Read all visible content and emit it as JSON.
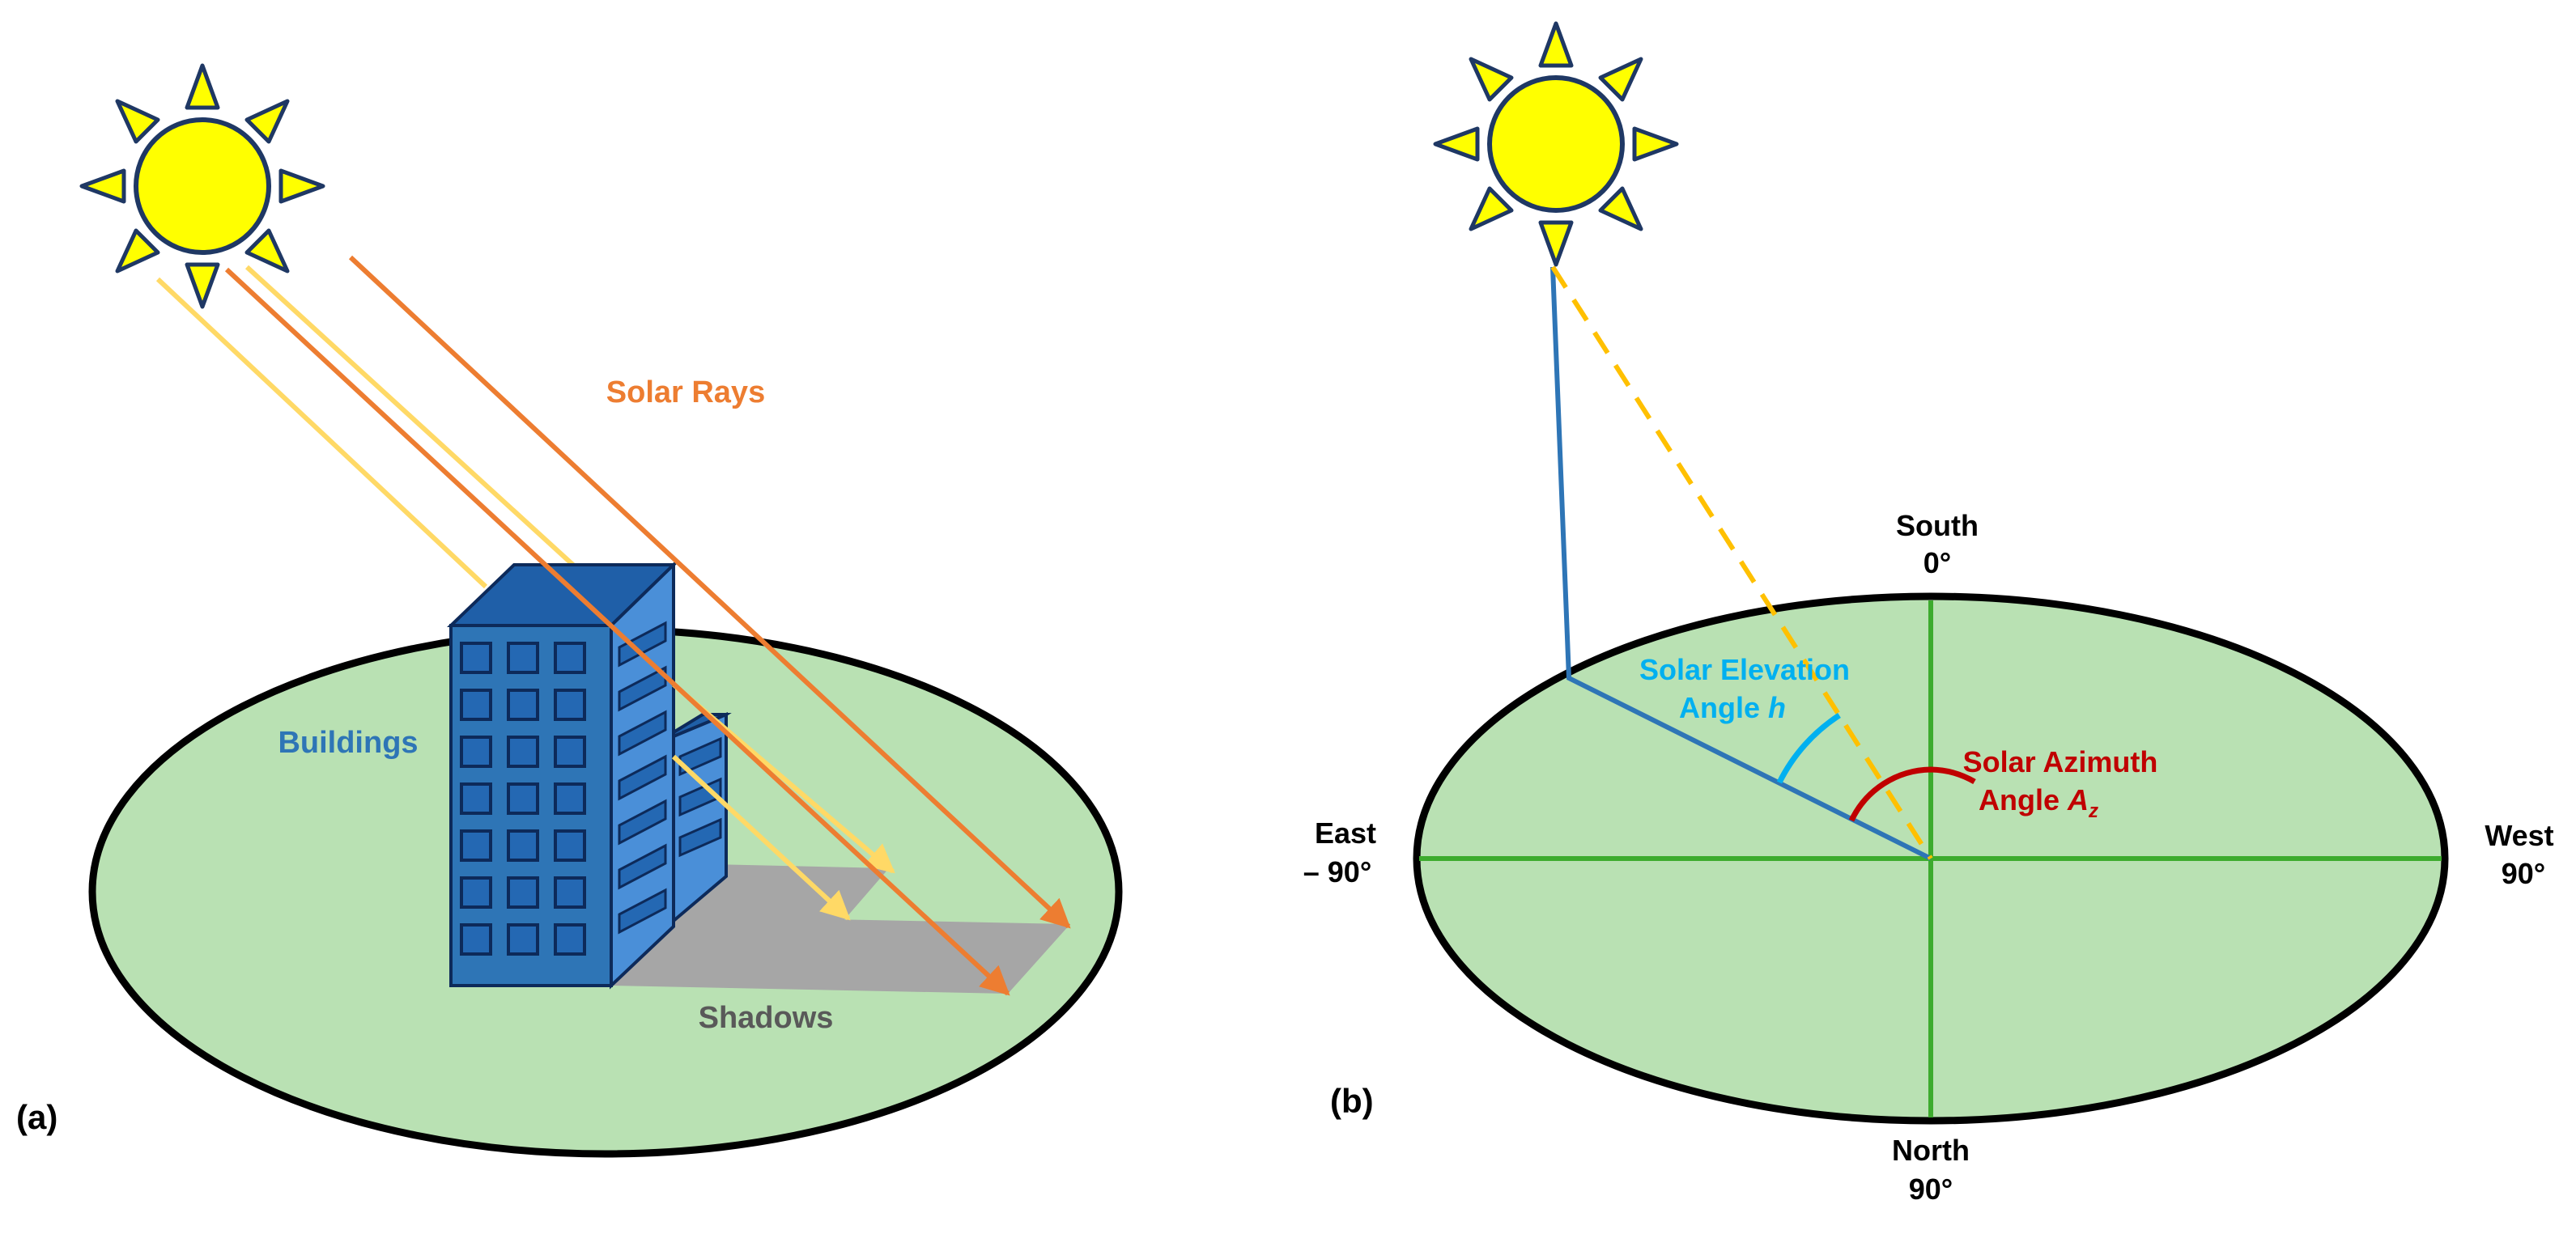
{
  "panel_a": {
    "label": "(a)",
    "rays_label": "Solar Rays",
    "buildings_label": "Buildings",
    "shadows_label": "Shadows"
  },
  "panel_b": {
    "label": "(b)",
    "south": {
      "name": "South",
      "deg": "0°"
    },
    "north": {
      "name": "North",
      "deg": "90°"
    },
    "east": {
      "name": "East",
      "deg": "– 90°"
    },
    "west": {
      "name": "West",
      "deg": "90°"
    },
    "elevation": {
      "line1": "Solar Elevation",
      "line2": "Angle ",
      "symbol": "h"
    },
    "azimuth": {
      "line1": "Solar Azimuth",
      "line2": "Angle ",
      "symbol": "A",
      "subscript": "z"
    }
  },
  "colors": {
    "ground_fill": "#b9e1b3",
    "ground_stroke": "#000000",
    "sun_fill": "#ffff00",
    "sun_stroke": "#1f3864",
    "ray_orange": "#ed7d31",
    "ray_yellow": "#ffd966",
    "building_front": "#2e75b6",
    "building_top": "#1f5fa8",
    "building_side": "#4a8fd8",
    "window_fill": "#2468b3",
    "window_stroke": "#0d2a5a",
    "shadow": "#a6a6a6",
    "axis_green": "#3dab2e",
    "projection_blue": "#2e75b6",
    "dashed_yellow": "#ffc000",
    "elevation_color": "#00b0f0",
    "azimuth_color": "#c00000",
    "rays_text": "#ed7d31",
    "buildings_text": "#2e75b6",
    "shadows_text": "#595959"
  }
}
